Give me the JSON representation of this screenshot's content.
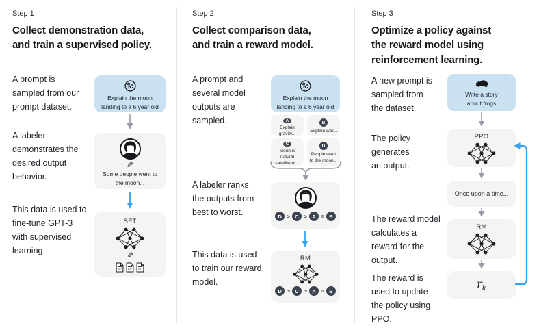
{
  "colors": {
    "prompt_card_bg": "#c9e1f0",
    "card_bg": "#f4f4f2",
    "badge_bg": "#3d4451",
    "arrow_gray": "#9b9ba8",
    "arrow_blue": "#36a3f2",
    "text": "#1f2228",
    "divider": "#e8e8e6"
  },
  "icons": {
    "pencil": "✎"
  },
  "steps": [
    {
      "label": "Step 1",
      "title_lines": [
        "Collect demonstration data,",
        "and train a supervised policy."
      ],
      "captions": [
        "A prompt is sampled from our prompt dataset.",
        "A labeler demonstrates the desired output behavior.",
        "This data is used to fine-tune GPT-3 with supervised learning."
      ],
      "prompt_card": {
        "icon": "moon-icon",
        "text": "Explain the moon landing to a 6 year old"
      },
      "labeler_card": {
        "icon": "labeler-avatar",
        "text": "Some people went to the moon..."
      },
      "model_card": {
        "label": "SFT"
      }
    },
    {
      "label": "Step 2",
      "title_lines": [
        "Collect comparison data,",
        "and train a reward model."
      ],
      "captions": [
        "A prompt and several model outputs are sampled.",
        "A labeler ranks the outputs from best to worst.",
        "This data is used to train our reward model."
      ],
      "prompt_card": {
        "icon": "moon-icon",
        "text": "Explain the moon landing to a 6 year old"
      },
      "outputs": [
        {
          "badge": "A",
          "text": "Explain gravity..."
        },
        {
          "badge": "B",
          "text": "Explain war..."
        },
        {
          "badge": "C",
          "text": "Moon is natural satellite of..."
        },
        {
          "badge": "D",
          "text": "People went to the moon..."
        }
      ],
      "ranking": {
        "items": [
          "D",
          "C",
          "A",
          "B"
        ],
        "separators": [
          ">",
          ">",
          "="
        ]
      },
      "model_card": {
        "label": "RM"
      }
    },
    {
      "label": "Step 3",
      "title_lines": [
        "Optimize a policy against",
        "the reward model using",
        "reinforcement learning."
      ],
      "captions": [
        "A new prompt is sampled from the dataset.",
        "The policy generates an output.",
        "The reward model calculates a reward for the output.",
        "The reward is used to update the policy using PPO."
      ],
      "prompt_card": {
        "icon": "frog-icon",
        "text": "Write a story about frogs"
      },
      "policy_card": {
        "label": "PPO"
      },
      "output_card": {
        "text": "Once upon a time..."
      },
      "reward_model_card": {
        "label": "RM"
      },
      "reward_card": {
        "base": "r",
        "subscript": "k"
      }
    }
  ]
}
